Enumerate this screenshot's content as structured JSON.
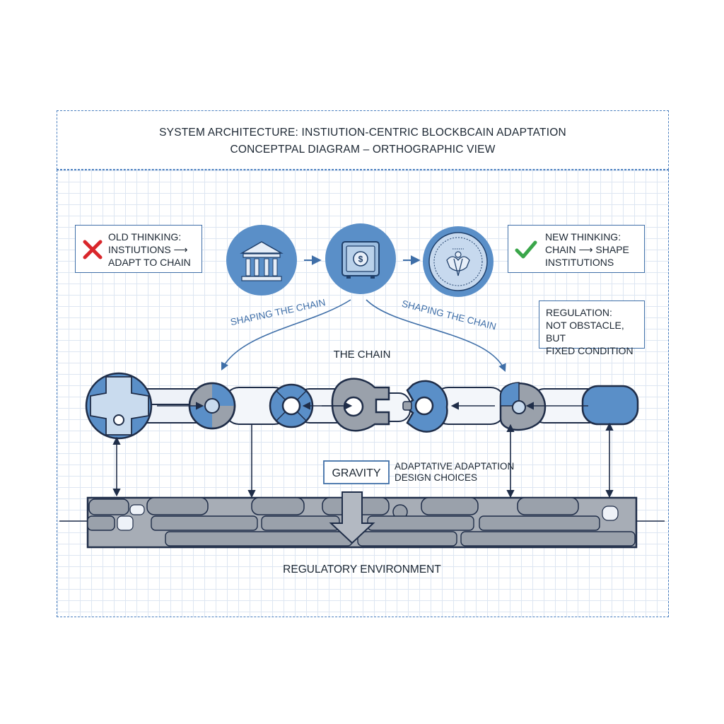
{
  "title": {
    "line1": "SYSTEM ARCHITECTURE: INSTIUTION-CENTRIC BLOCKBCAIN ADAPTATION",
    "line2": "CONCEPTPAL DIAGRAM – ORTHOGRAPHIC VIEW"
  },
  "old_thinking": {
    "heading": "OLD THINKING:",
    "line2": "INSTIUTIONS ⟶",
    "line3": "ADAPT TO CHAIN",
    "icon": "red-x-icon"
  },
  "new_thinking": {
    "heading": "NEW THINKING:",
    "line2": "CHAIN ⟶ SHAPE",
    "line3": "INSTITUTIONS",
    "icon": "green-check-icon"
  },
  "regulation": {
    "line1": "REGULATION:",
    "line2": "NOT OBSTACLE, BUT",
    "line3": "FIXED CONDITION"
  },
  "icons": [
    "bank-building-icon",
    "vault-safe-icon",
    "government-seal-icon"
  ],
  "arc_labels": {
    "left": "SHAPING THE CHAIN",
    "right": "SHAPING THE CHAIN"
  },
  "chain_label": "THE CHAIN",
  "gravity": {
    "label": "GRAVITY",
    "note_line1": "ADAPTATIVE ADAPTATION",
    "note_line2": "DESIGN CHOICES"
  },
  "environment_label": "REGULATORY ENVIRONMENT",
  "colors": {
    "accent_blue": "#4a7fbf",
    "light_blue": "#c9dbee",
    "steel_gray": "#9aa1ab",
    "outline_navy": "#1f2d48",
    "error_red": "#d9262b",
    "success_green": "#3aa64a"
  }
}
